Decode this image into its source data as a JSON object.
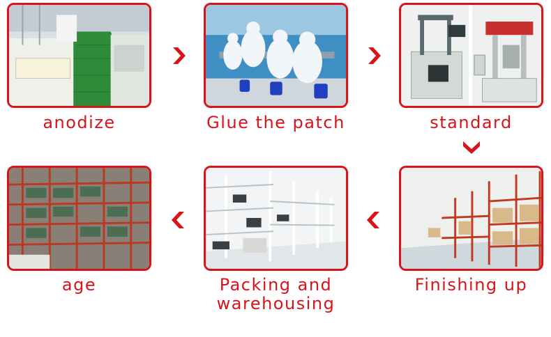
{
  "steps": [
    {
      "label": "anodize"
    },
    {
      "label": "Glue the patch"
    },
    {
      "label": "standard"
    },
    {
      "label": "Finishing up"
    },
    {
      "label": "Packing and",
      "label_line2": "warehousing"
    },
    {
      "label": "age"
    }
  ],
  "colors": {
    "accent": "#d7141a",
    "shelf_red": "#c0391f",
    "floor_green": "#2f8a3a",
    "room_blue": "#3f8fc4"
  },
  "arrows": [
    "chevron-right-icon",
    "chevron-right-icon",
    "chevron-down-icon",
    "chevron-left-icon",
    "chevron-left-icon"
  ]
}
